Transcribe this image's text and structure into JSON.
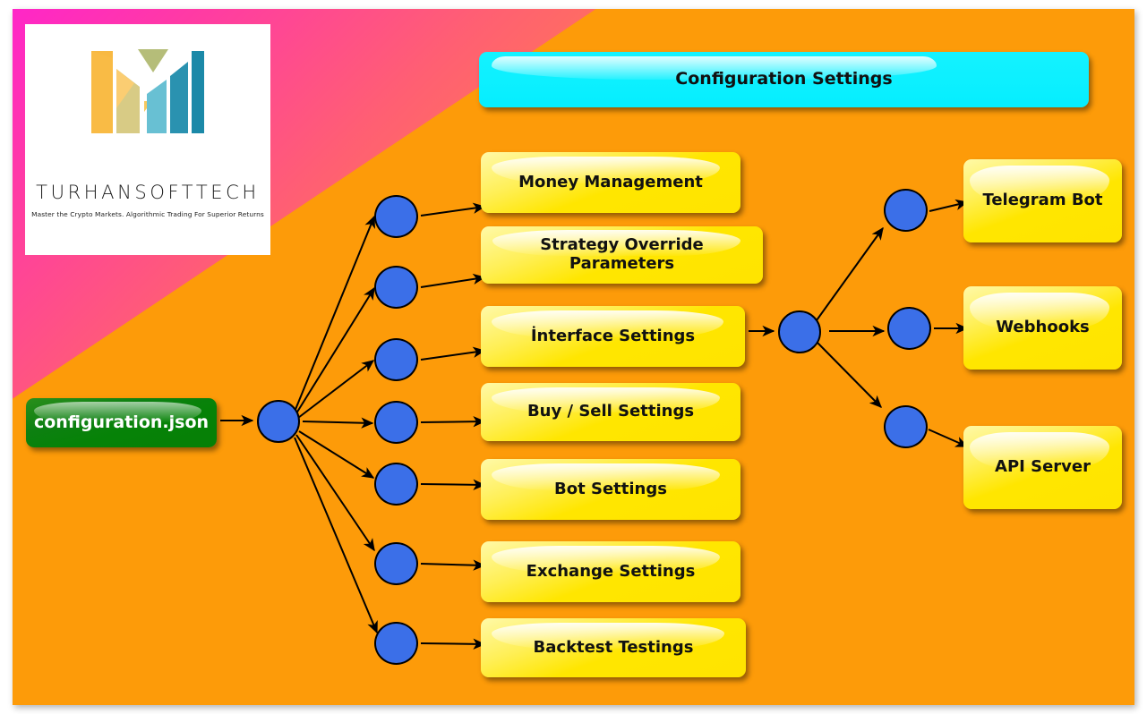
{
  "diagram": {
    "title": "Configuration Settings",
    "type": "flow-tree",
    "colors": {
      "background_start": "#ff26c8",
      "background_end": "#fd9b09",
      "node_yellow": "#ffe600",
      "node_green": "#0d8011",
      "banner_cyan": "#0ef0ff",
      "circle_blue": "#3b6fe8",
      "edge": "#000000"
    }
  },
  "logo": {
    "wordmark": "TURHANSOFTTECH",
    "tagline": "Master the Crypto Markets. Algorithmic Trading For Superior Returns",
    "mark_name": "turhansofttech-m-logo"
  },
  "banner": {
    "label": "Configuration Settings"
  },
  "source": {
    "label": "configuration.json"
  },
  "settings_nodes": [
    {
      "label": "Money Management"
    },
    {
      "label": "Strategy Override Parameters"
    },
    {
      "label": "İnterface Settings"
    },
    {
      "label": "Buy / Sell Settings"
    },
    {
      "label": "Bot Settings"
    },
    {
      "label": "Exchange Settings"
    },
    {
      "label": "Backtest Testings"
    }
  ],
  "integration_nodes": [
    {
      "label": "Telegram Bot"
    },
    {
      "label": "Webhooks"
    },
    {
      "label": "API Server"
    }
  ]
}
